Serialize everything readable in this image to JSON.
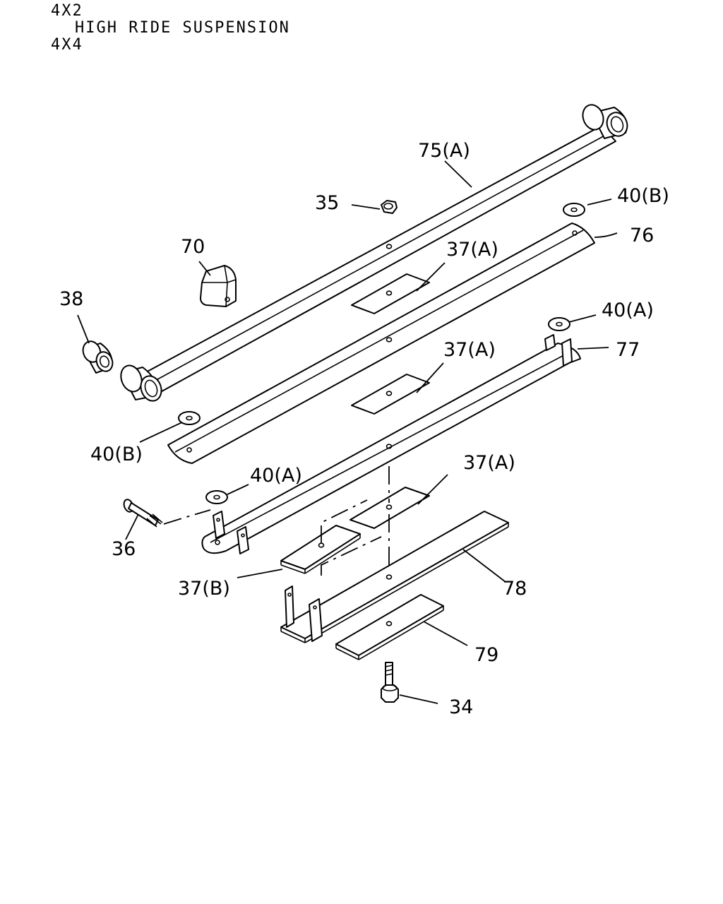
{
  "header": {
    "line1": "4X2",
    "line2": "HIGH RIDE SUSPENSION",
    "line3": "4X4"
  },
  "callouts": {
    "c75a": "75(A)",
    "c35": "35",
    "c40b_top": "40(B)",
    "c76": "76",
    "c70": "70",
    "c37a_1": "37(A)",
    "c38": "38",
    "c40a_top": "40(A)",
    "c37a_2": "37(A)",
    "c77": "77",
    "c40b_bottom": "40(B)",
    "c40a_bottom": "40(A)",
    "c37a_3": "37(A)",
    "c36": "36",
    "c37b": "37(B)",
    "c78": "78",
    "c79": "79",
    "c34": "34"
  }
}
